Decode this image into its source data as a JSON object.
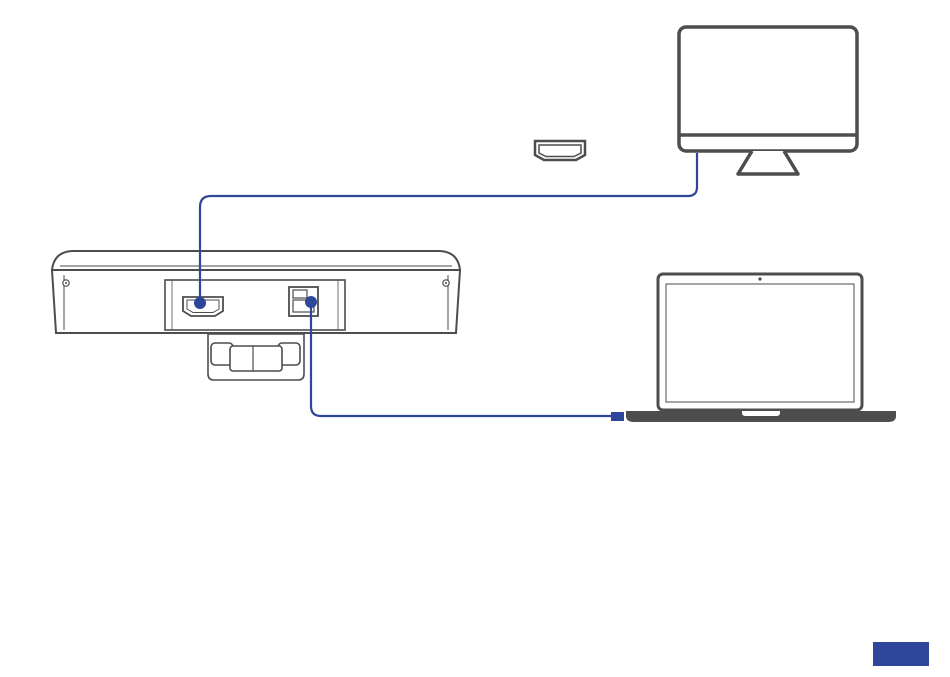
{
  "colors": {
    "cable": "#2f479b",
    "device_outline": "#4d4d4d",
    "device_fill": "#ffffff",
    "page_badge": "#2f479b",
    "background": "#ffffff"
  },
  "icons": {
    "camera": "video-bar-camera-icon",
    "monitor": "monitor-icon",
    "laptop": "laptop-icon",
    "hdmi": "hdmi-port-icon",
    "usb": "usb-port-icon"
  },
  "connections": [
    {
      "from": "camera-hdmi-port",
      "to": "monitor",
      "cable": "hdmi"
    },
    {
      "from": "camera-usb-port",
      "to": "laptop",
      "cable": "usb"
    }
  ],
  "page_number": ""
}
